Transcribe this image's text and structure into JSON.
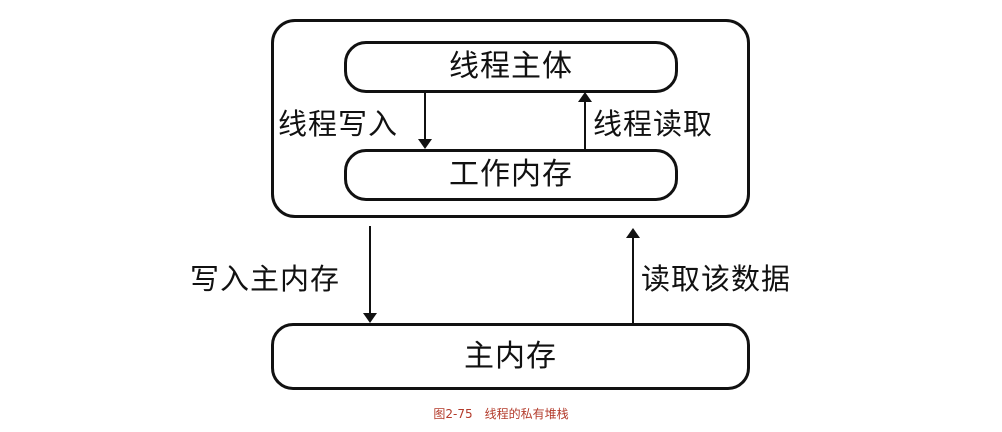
{
  "diagram": {
    "thread_body": "线程主体",
    "working_memory": "工作内存",
    "main_memory": "主内存",
    "thread_write": "线程写入",
    "thread_read": "线程读取",
    "write_main_memory": "写入主内存",
    "read_data": "读取该数据"
  },
  "caption": "图2-75　线程的私有堆栈",
  "colors": {
    "line": "#111111",
    "caption": "#b33b2b",
    "background": "#ffffff"
  }
}
